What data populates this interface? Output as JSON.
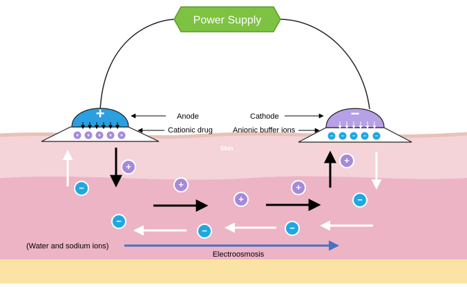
{
  "power_supply": {
    "label": "Power Supply",
    "fill": "#7dc242",
    "stroke": "#5a9a2c"
  },
  "anode": {
    "label": "Anode",
    "sign": "+",
    "fill": "#2b9fe0"
  },
  "cathode": {
    "label": "Cathode",
    "sign": "−",
    "fill": "#b6a0e6"
  },
  "labels": {
    "cationic_drug": "Cationic drug",
    "anionic_buffer_ions": "Anionic buffer ions",
    "skin": "Skin",
    "water_sodium": "(Water and sodium ions)",
    "electroosmosis": "Electroosmosis"
  },
  "ions": {
    "cation_sign": "+",
    "anion_sign": "−",
    "cation_fill": "#a58ad8",
    "anion_fill": "#1fa8e0"
  },
  "colors": {
    "skin_top": "#f4d3d9",
    "skin_deep": "#ecb4c5",
    "fat": "#fbe3a3",
    "electroosmosis_arrow": "#4472c4"
  }
}
